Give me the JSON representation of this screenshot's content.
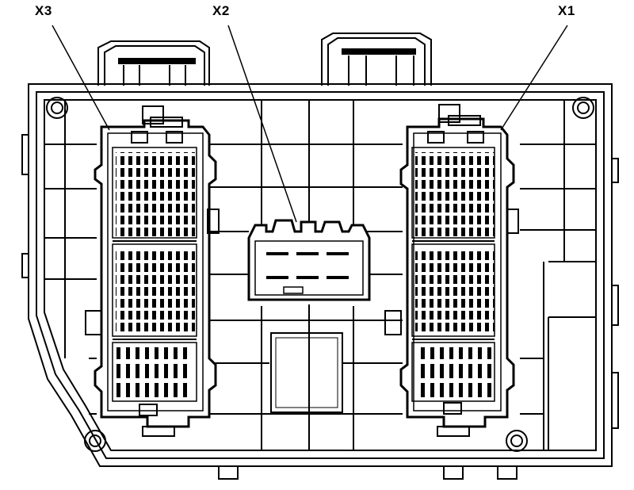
{
  "callouts": {
    "x3": "X3",
    "x2": "X2",
    "x1": "X1"
  },
  "colors": {
    "line": "#000000",
    "background": "#ffffff"
  }
}
